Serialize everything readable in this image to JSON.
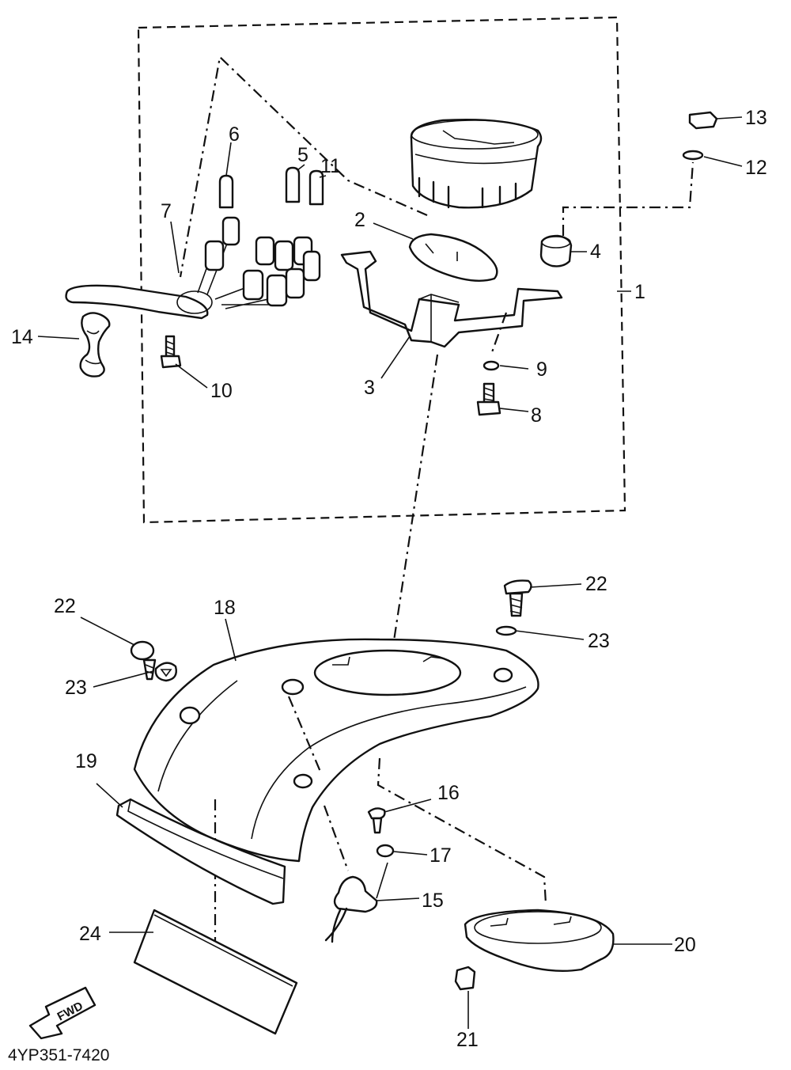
{
  "diagram": {
    "drawing_code": "4YP351-7420",
    "forward_arrow_label": "FWD",
    "callouts": [
      {
        "id": "c1",
        "text": "1"
      },
      {
        "id": "c2",
        "text": "2"
      },
      {
        "id": "c3",
        "text": "3"
      },
      {
        "id": "c4",
        "text": "4"
      },
      {
        "id": "c5",
        "text": "5"
      },
      {
        "id": "c6",
        "text": "6"
      },
      {
        "id": "c7",
        "text": "7"
      },
      {
        "id": "c8",
        "text": "8"
      },
      {
        "id": "c9",
        "text": "9"
      },
      {
        "id": "c10",
        "text": "10"
      },
      {
        "id": "c11",
        "text": "11"
      },
      {
        "id": "c12",
        "text": "12"
      },
      {
        "id": "c13",
        "text": "13"
      },
      {
        "id": "c14",
        "text": "14"
      },
      {
        "id": "c15",
        "text": "15"
      },
      {
        "id": "c16",
        "text": "16"
      },
      {
        "id": "c17",
        "text": "17"
      },
      {
        "id": "c18",
        "text": "18"
      },
      {
        "id": "c19",
        "text": "19"
      },
      {
        "id": "c20",
        "text": "20"
      },
      {
        "id": "c21",
        "text": "21"
      },
      {
        "id": "c22a",
        "text": "22"
      },
      {
        "id": "c22b",
        "text": "22"
      },
      {
        "id": "c23a",
        "text": "23"
      },
      {
        "id": "c23b",
        "text": "23"
      },
      {
        "id": "c24",
        "text": "24"
      }
    ]
  }
}
